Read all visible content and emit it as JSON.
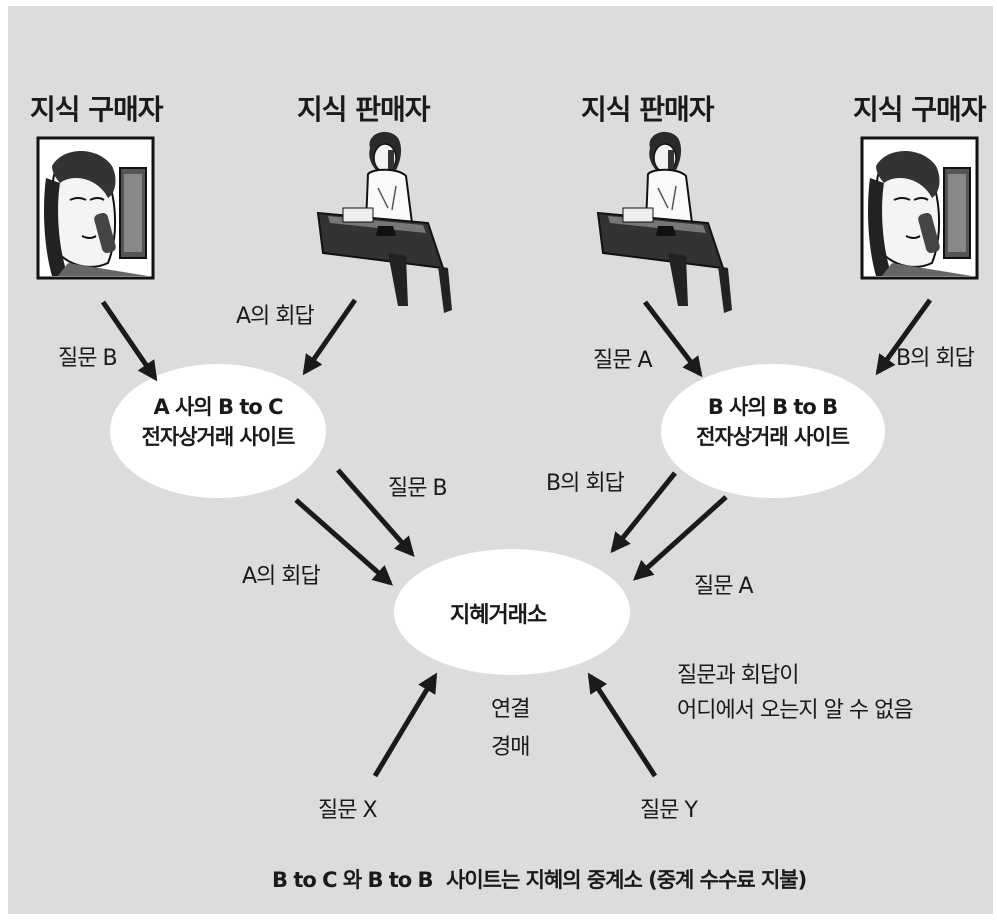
{
  "labels": {
    "buyer_left": "지식 구매자",
    "seller_left": "지식 판매자",
    "seller_right": "지식 판매자",
    "buyer_right": "지식 구매자",
    "q_b_top": "질문 B",
    "a_answer_top": "A의 회답",
    "q_a_top": "질문 A",
    "b_answer_top": "B의 회답",
    "site_a_line1": "A 사의 B to C",
    "site_a_line2": "전자상거래 사이트",
    "site_b_line1": "B 사의 B to B",
    "site_b_line2": "전자상거래  사이트",
    "q_b_mid": "질문 B",
    "b_answer_mid": "B의 회답",
    "a_answer_mid": "A의 회답",
    "q_a_mid": "질문 A",
    "exchange": "지혜거래소",
    "connect_1": "연결",
    "connect_2": "경매",
    "note_1": "질문과  회답이",
    "note_2": "어디에서 오는지 알 수 없음",
    "q_x": "질문 X",
    "q_y": "질문 Y",
    "footer_left": "B to C 와 B to B",
    "footer_right": "사이트는 지혜의 중계소 (중계 수수료 지불)"
  },
  "colors": {
    "background": "#dcdcdc",
    "ellipse": "#ffffff",
    "arrow": "#1a1a1a"
  },
  "icons": {
    "buyer": "woman-on-phone-at-computer-icon",
    "seller": "woman-on-phone-at-desk-icon"
  }
}
